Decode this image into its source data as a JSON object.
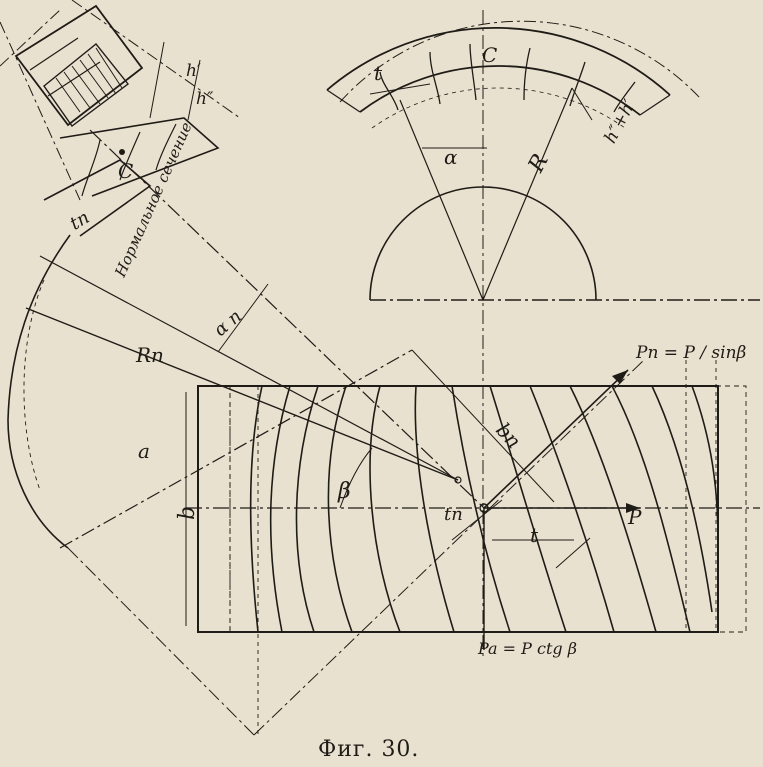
{
  "caption": "Фиг. 30.",
  "section_label": "Нормальное сечение",
  "labels": {
    "t_top": "t",
    "c_top": "C",
    "alpha": "α",
    "R": "R",
    "h_pair": "h″+h′",
    "h_prime": "h′",
    "h_double_prime": "h″",
    "t_n_section": "tn",
    "c_section": "C",
    "alpha_n": "α n",
    "R_n": "Rn",
    "a": "a",
    "beta": "β",
    "b": "b",
    "b_n": "bn",
    "t_n": "tn",
    "t": "t",
    "P": "P",
    "P_n": "Pn = P / sinβ",
    "P_a": "Pa = P ctg β"
  }
}
